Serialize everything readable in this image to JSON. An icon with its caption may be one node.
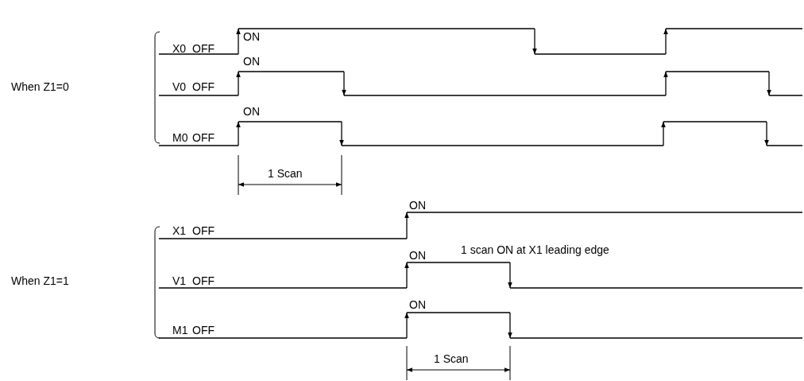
{
  "diagram": {
    "labels": [
      "ON",
      "X0",
      "OFF",
      "When Z1=0",
      "ON",
      "V0",
      "OFF",
      "ON",
      "M0",
      "OFF",
      "1 Scan",
      "ON",
      "X1",
      "OFF",
      "When Z1=1",
      "ON",
      "1 scan ON at X1 leading edge",
      "V1",
      "OFF",
      "ON",
      "M1",
      "OFF",
      "1 Scan"
    ]
  }
}
